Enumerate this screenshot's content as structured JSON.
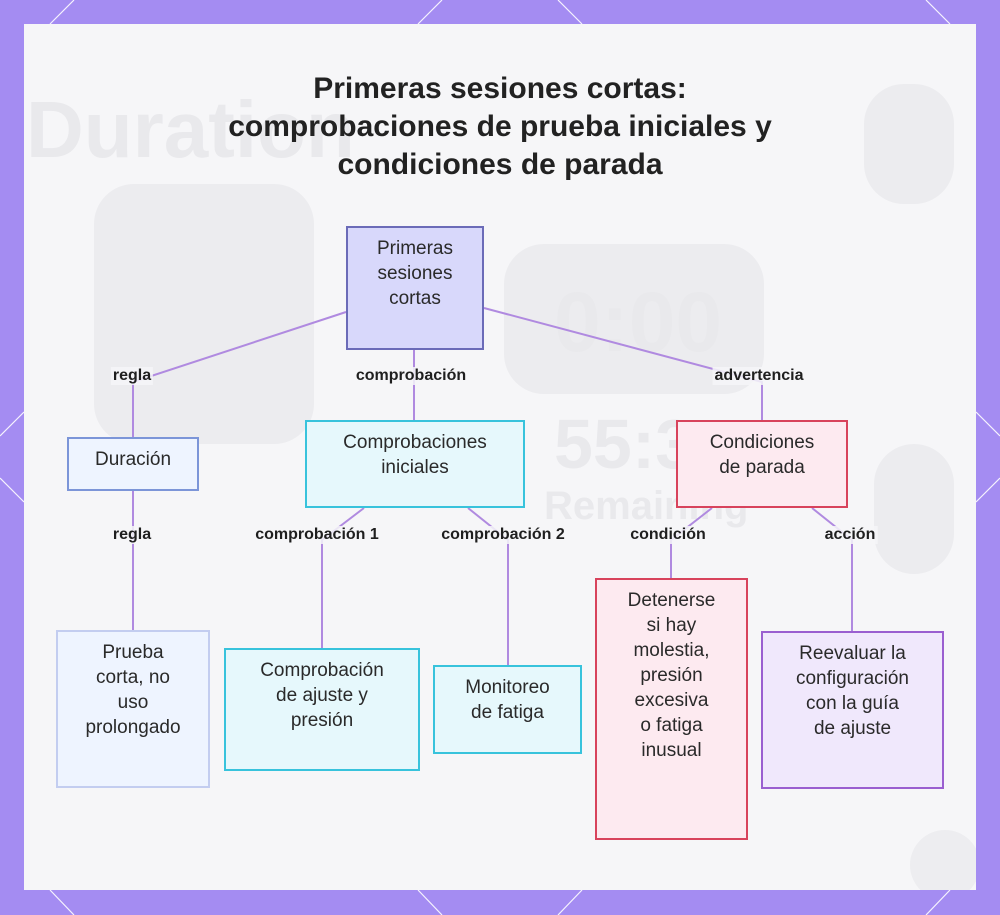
{
  "title_lines": [
    "Primeras sesiones cortas:",
    "comprobaciones de prueba iniciales y",
    "condiciones de parada"
  ],
  "background_text": [
    "Duration",
    "0:00",
    "55:3",
    "Remaining"
  ],
  "colors": {
    "frame": "#a48cf2",
    "edge": "#b08ae0",
    "root_fill": "#d8d8fb",
    "root_border": "#6b6bb8",
    "blue_fill": "#eef4ff",
    "blue_border": "#7c95d8",
    "cyan_fill": "#e6f8fc",
    "cyan_border": "#38c3dc",
    "red_fill": "#fdeaf0",
    "red_border": "#d8435c",
    "purple_fill": "#f0e8fc",
    "purple_border": "#9a5fd0"
  },
  "nodes": {
    "root": [
      "Primeras",
      "sesiones",
      "cortas"
    ],
    "duration": [
      "Duración"
    ],
    "initial_checks": [
      "Comprobaciones",
      "iniciales"
    ],
    "stop_conditions": [
      "Condiciones",
      "de parada"
    ],
    "short_test": [
      "Prueba",
      "corta, no",
      "uso",
      "prolongado"
    ],
    "fit_pressure": [
      "Comprobación",
      "de ajuste y",
      "presión"
    ],
    "fatigue": [
      "Monitoreo",
      "de fatiga"
    ],
    "stop_if": [
      "Detenerse",
      "si hay",
      "molestia,",
      "presión",
      "excesiva",
      "o fatiga",
      "inusual"
    ],
    "reevaluate": [
      "Reevaluar la",
      "configuración",
      "con la guía",
      "de ajuste"
    ]
  },
  "edge_labels": {
    "regla_top": "regla",
    "comprobacion": "comprobación",
    "advertencia": "advertencia",
    "regla_bottom": "regla",
    "comprobacion1": "comprobación 1",
    "comprobacion2": "comprobación 2",
    "condicion": "condición",
    "accion": "acción"
  }
}
